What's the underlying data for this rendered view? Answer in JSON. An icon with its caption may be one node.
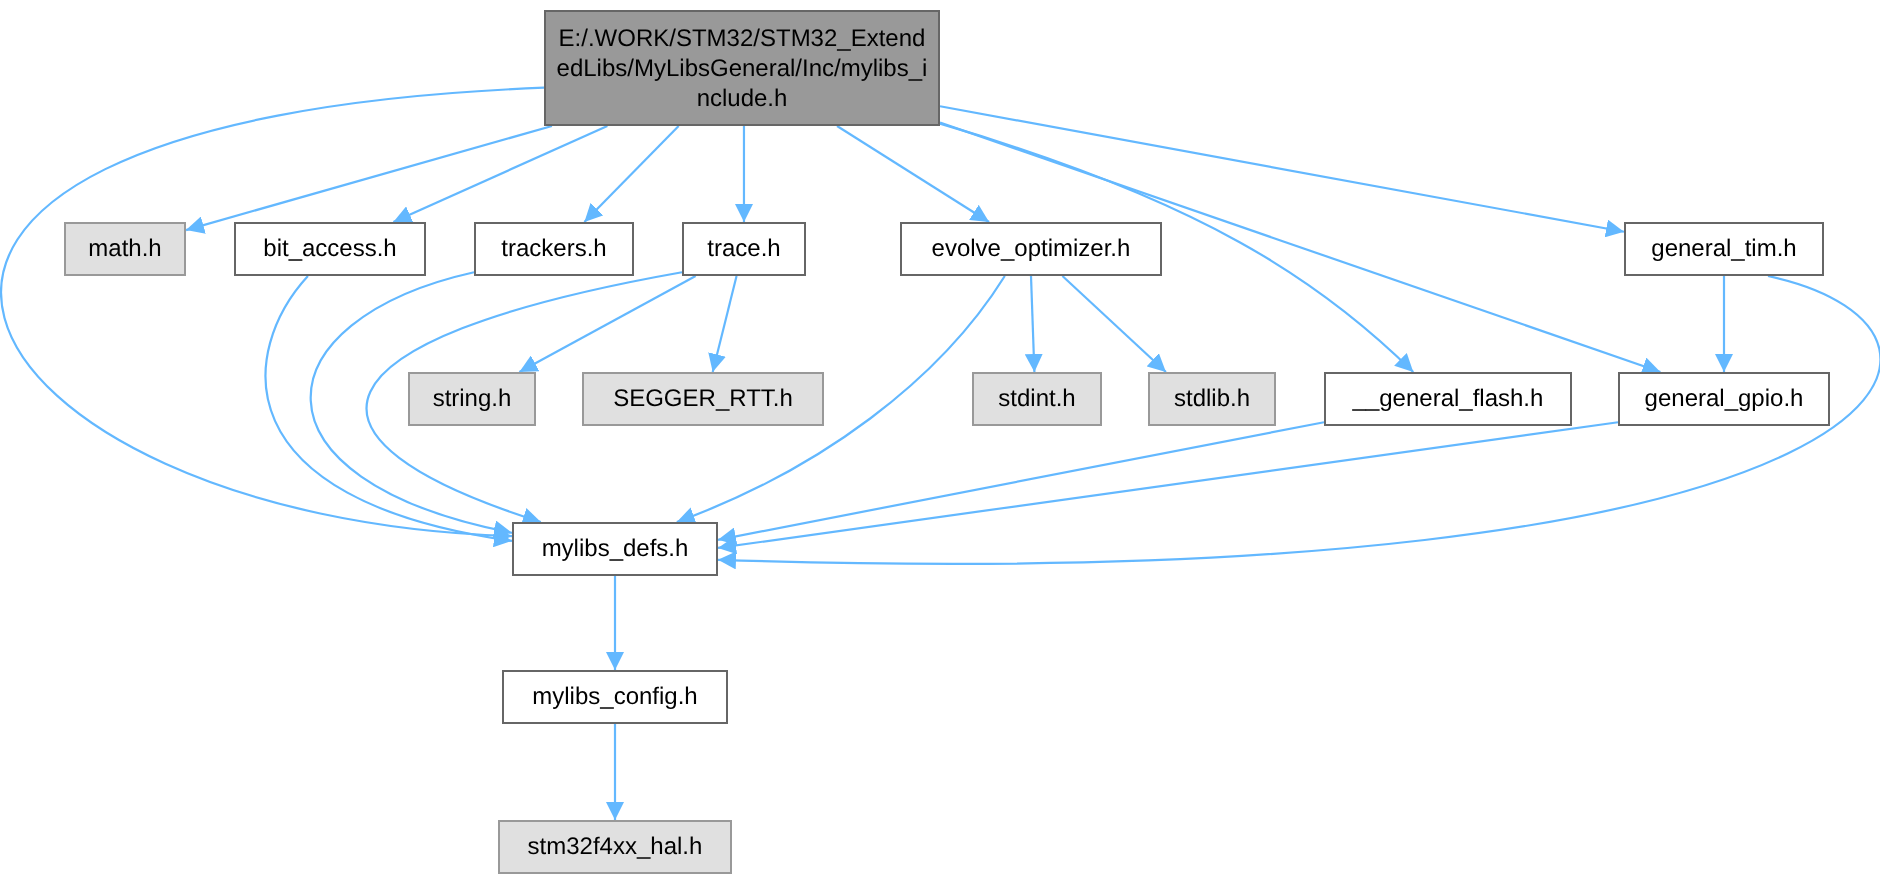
{
  "diagram": {
    "nodes": [
      {
        "text": [
          "E:/.WORK/STM32/STM32_ExtendedLibs/MyLibsGeneral/Inc/mylibs_include.h"
        ]
      },
      {
        "text": [
          "math.h"
        ]
      },
      {
        "text": [
          "bit_access.h"
        ]
      },
      {
        "text": [
          "trackers.h"
        ]
      },
      {
        "text": [
          "trace.h"
        ]
      },
      {
        "text": [
          "evolve_optimizer.h"
        ]
      },
      {
        "text": [
          "general_tim.h"
        ]
      },
      {
        "text": [
          "string.h"
        ]
      },
      {
        "text": [
          "SEGGER_RTT.h"
        ]
      },
      {
        "text": [
          "stdint.h"
        ]
      },
      {
        "text": [
          "stdlib.h"
        ]
      },
      {
        "text": [
          "__general_flash.h"
        ]
      },
      {
        "text": [
          "general_gpio.h"
        ]
      },
      {
        "text": [
          "mylibs_defs.h"
        ]
      },
      {
        "text": [
          "mylibs_config.h"
        ]
      },
      {
        "text": [
          "stm32f4xx_hal.h"
        ]
      }
    ],
    "edges": [
      {
        "from": 0,
        "to": 13,
        "arrow": "to"
      },
      {
        "from": 0,
        "to": 1,
        "arrow": "to"
      },
      {
        "from": 0,
        "to": 2,
        "arrow": "to"
      },
      {
        "from": 0,
        "to": 3,
        "arrow": "to"
      },
      {
        "from": 0,
        "to": 4,
        "arrow": "to"
      },
      {
        "from": 0,
        "to": 5,
        "arrow": "to"
      },
      {
        "from": 0,
        "to": 11,
        "arrow": "to"
      },
      {
        "from": 0,
        "to": 12,
        "arrow": "to"
      },
      {
        "from": 0,
        "to": 6,
        "arrow": "to"
      },
      {
        "from": 2,
        "to": 13,
        "arrow": "to"
      },
      {
        "from": 3,
        "to": 13,
        "arrow": "to"
      },
      {
        "from": 4,
        "to": 13,
        "arrow": "to"
      },
      {
        "from": 4,
        "to": 7,
        "arrow": "to"
      },
      {
        "from": 4,
        "to": 8,
        "arrow": "to"
      },
      {
        "from": 5,
        "to": 13,
        "arrow": "to"
      },
      {
        "from": 5,
        "to": 9,
        "arrow": "to"
      },
      {
        "from": 5,
        "to": 10,
        "arrow": "to"
      },
      {
        "from": 11,
        "to": 13,
        "arrow": "to"
      },
      {
        "from": 12,
        "to": 13,
        "arrow": "to"
      },
      {
        "from": 6,
        "to": 12,
        "arrow": "to"
      },
      {
        "from": 6,
        "to": 13,
        "arrow": "to"
      },
      {
        "from": 13,
        "to": 14,
        "arrow": "to"
      },
      {
        "from": 14,
        "to": 15,
        "arrow": "to"
      }
    ]
  }
}
